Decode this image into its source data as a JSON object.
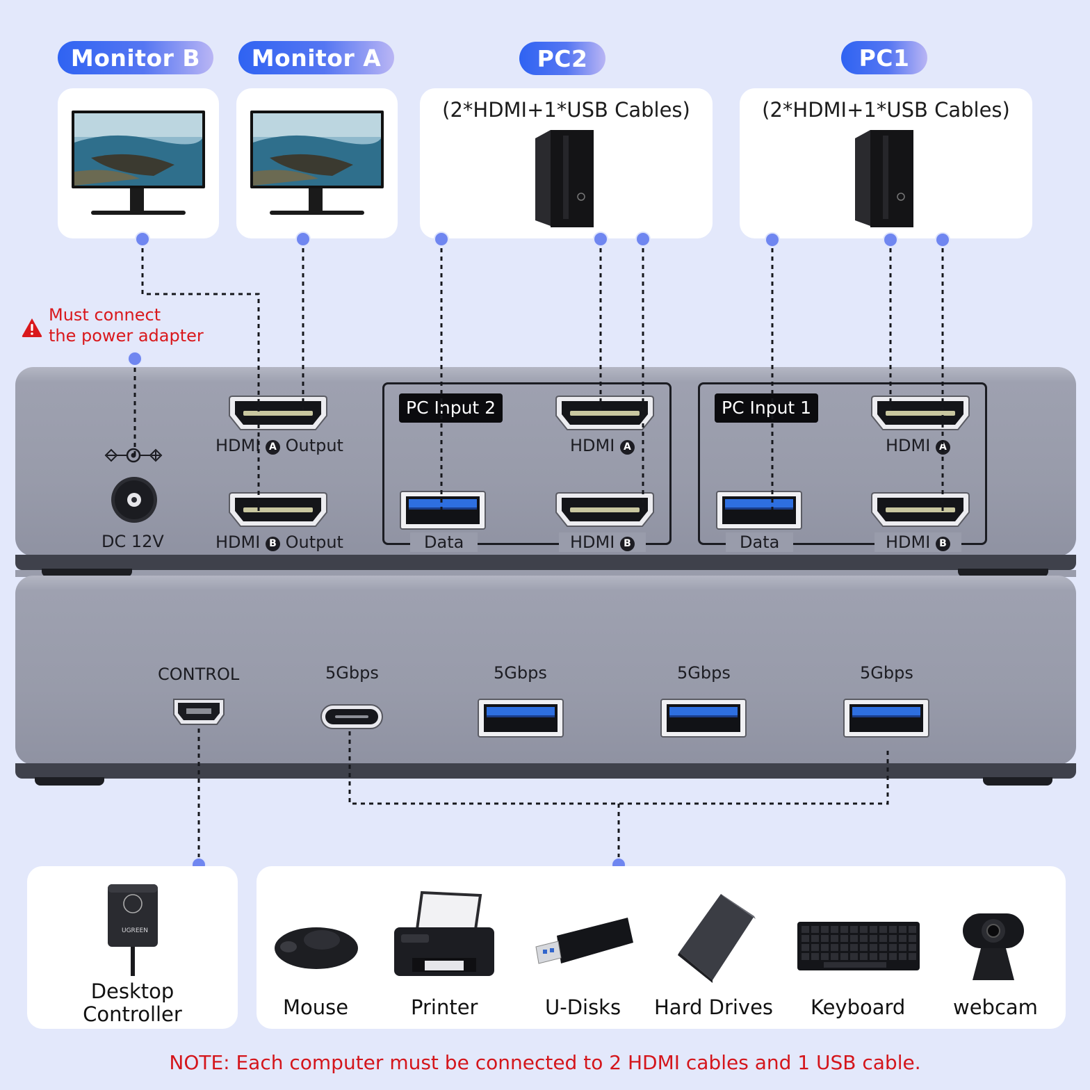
{
  "labels": {
    "monitor_b": "Monitor B",
    "monitor_a": "Monitor A",
    "pc2": "PC2",
    "pc1": "PC1",
    "pc2_cables": "(2*HDMI+1*USB Cables)",
    "pc1_cables": "(2*HDMI+1*USB Cables)"
  },
  "warning": {
    "line1": "Must connect",
    "line2": "the power adapter",
    "color": "#d9181c"
  },
  "top_unit": {
    "dc_label": "DC 12V",
    "hdmi_a_output": "HDMI",
    "hdmi_b_output": "HDMI",
    "output_word": "Output",
    "badge_a": "A",
    "badge_b": "B",
    "pc_input_2": "PC Input 2",
    "pc_input_1": "PC Input 1",
    "hdmi_word": "HDMI",
    "data_word": "Data"
  },
  "bottom_unit": {
    "control": "CONTROL",
    "speeds": [
      "5Gbps",
      "5Gbps",
      "5Gbps",
      "5Gbps"
    ]
  },
  "peripherals": {
    "desktop_controller_1": "Desktop",
    "desktop_controller_2": "Controller",
    "items": [
      "Mouse",
      "Printer",
      "U-Disks",
      "Hard Drives",
      "Keyboard",
      "webcam"
    ],
    "controller_brand": "UGREEN"
  },
  "note": "NOTE: Each computer must be connected to 2 HDMI cables and 1 USB cable.",
  "colors": {
    "accent": "#2f63f2",
    "dot": "#6f86f0",
    "background": "#e3e8fb",
    "warning": "#d9181c"
  }
}
